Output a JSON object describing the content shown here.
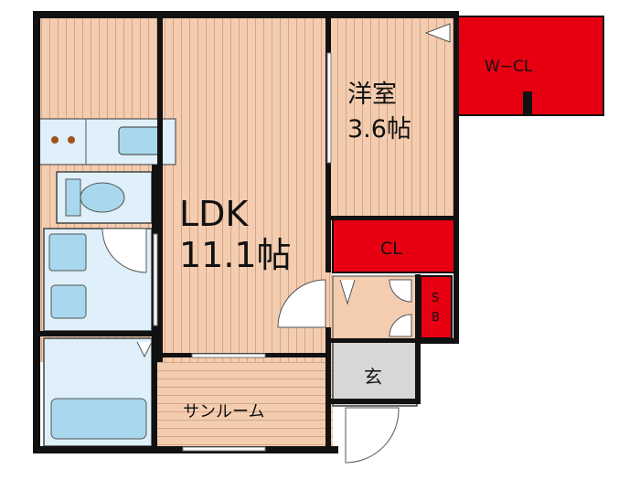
{
  "rooms": {
    "ldk": {
      "name": "LDK",
      "size": "11.1帖"
    },
    "western": {
      "name": "洋室",
      "size": "3.6帖"
    },
    "walk_in_closet": {
      "label": "W−CL"
    },
    "closet": {
      "label": "CL"
    },
    "shoe_box": {
      "line1": "S",
      "line2": "B"
    },
    "entrance": {
      "label": "玄"
    },
    "sunroom": {
      "label": "サンルーム"
    }
  },
  "colors": {
    "wood": "#f4cdb0",
    "wood_line": "#d9a888",
    "wet_area": "#dff0fa",
    "fixture": "#a9d8ee",
    "storage": "#e60012",
    "entrance": "#d7d7d7",
    "wall": "#111111"
  }
}
